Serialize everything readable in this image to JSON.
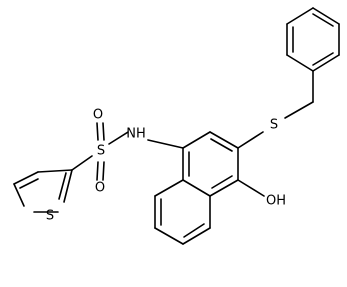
{
  "colors": {
    "background": "#ffffff",
    "bond": "#000000",
    "label": "#000000"
  },
  "atoms": {
    "nh": "NH",
    "sulfonyl_s": "S",
    "sulfonyl_o_top": "O",
    "sulfonyl_o_bottom": "O",
    "thioether_s": "S",
    "thiophene_s": "S",
    "hydroxyl": "OH"
  }
}
